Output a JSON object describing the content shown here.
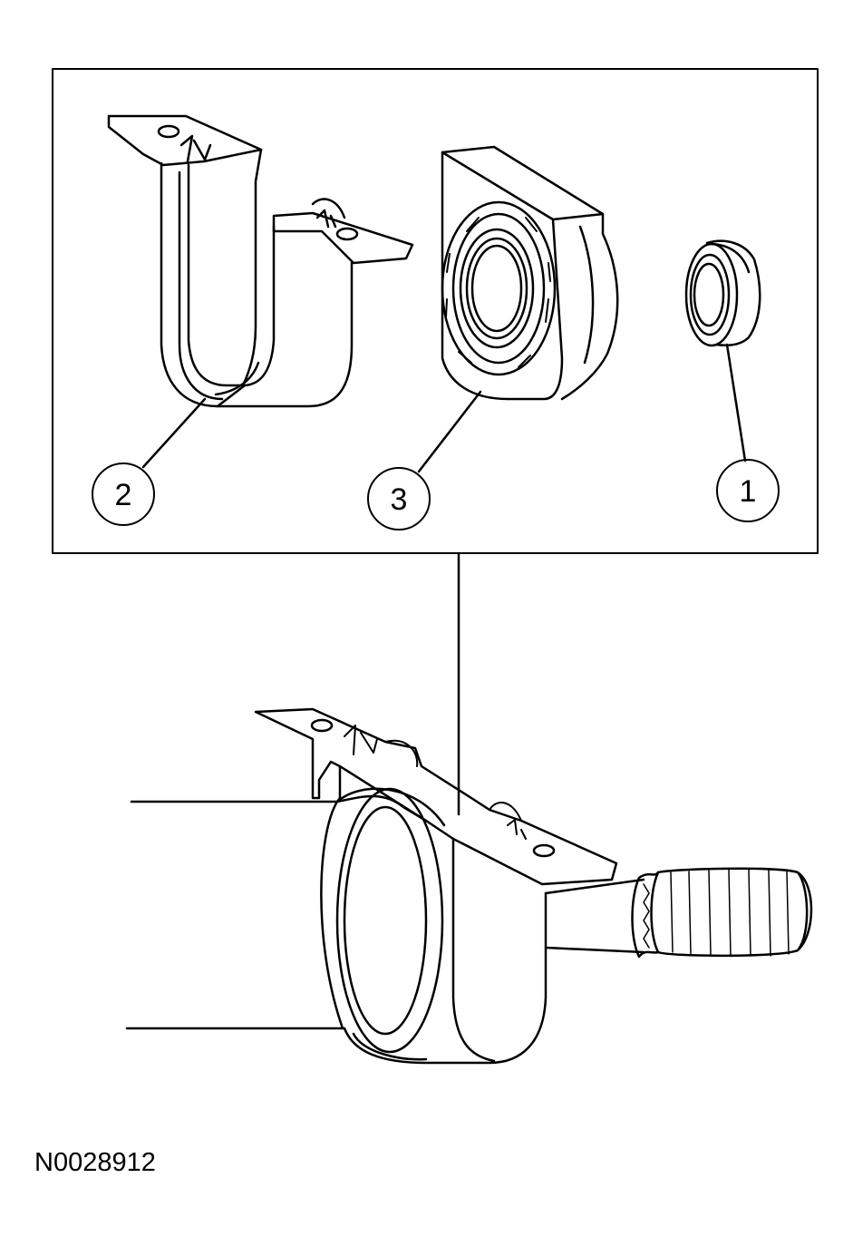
{
  "callouts": [
    {
      "number": "2",
      "part": "bracket"
    },
    {
      "number": "3",
      "part": "center-bearing"
    },
    {
      "number": "1",
      "part": "bearing-insert"
    }
  ],
  "figure_code": "N0028912",
  "colors": {
    "line": "#000000",
    "background": "#ffffff"
  }
}
